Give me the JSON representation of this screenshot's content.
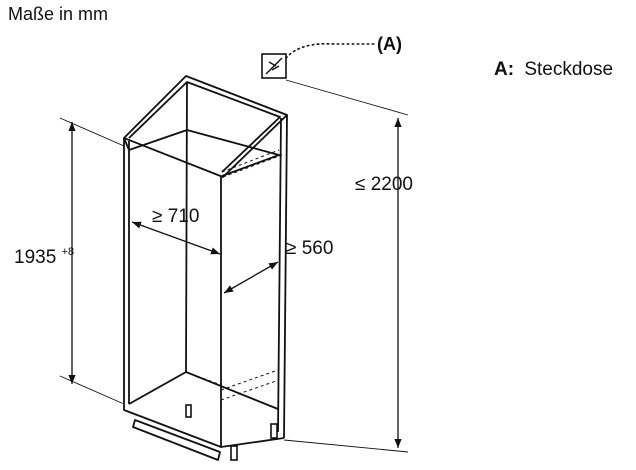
{
  "header": {
    "units_label": "Maße in mm"
  },
  "legend": {
    "key": "A:",
    "text": "Steckdose"
  },
  "socket_callout": {
    "label": "(A)"
  },
  "dimensions": {
    "total_height": {
      "label": "≤ 2200"
    },
    "niche_height": {
      "value": "1935",
      "tolerance": "+8"
    },
    "depth": {
      "label": "≥ 710"
    },
    "width": {
      "label": "≥ 560"
    }
  }
}
